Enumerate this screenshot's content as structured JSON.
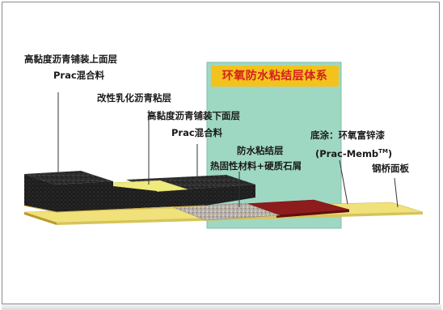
{
  "system_title": "环氧防水粘结层体系",
  "labels": {
    "upper_layer_line1": "高黏度沥青铺装上面层",
    "upper_layer_line2": "Prac混合料",
    "modified_emulsion": "改性乳化沥青粘层",
    "lower_layer_line1": "高黏度沥青铺装下面层",
    "lower_layer_line2": "Prac混合料",
    "waterproof_line1": "防水粘结层",
    "waterproof_line2": "热固性材料+硬质石屑",
    "primer_line1": "底涂：环氧富锌漆",
    "primer_line2": "(Prac-Memb",
    "primer_tm": "TM",
    "primer_line2_end": ")",
    "steel_deck": "钢桥面板"
  },
  "colors": {
    "panel_fill": "#9fd8c2",
    "title_bg": "#f4c21c",
    "title_text": "#d42020",
    "asphalt": "#2c2c2c",
    "tack_coat": "#eeea7c",
    "gravel": "#b9b3ab",
    "primer": "#8e1c1c",
    "steel": "#f1e17a"
  }
}
